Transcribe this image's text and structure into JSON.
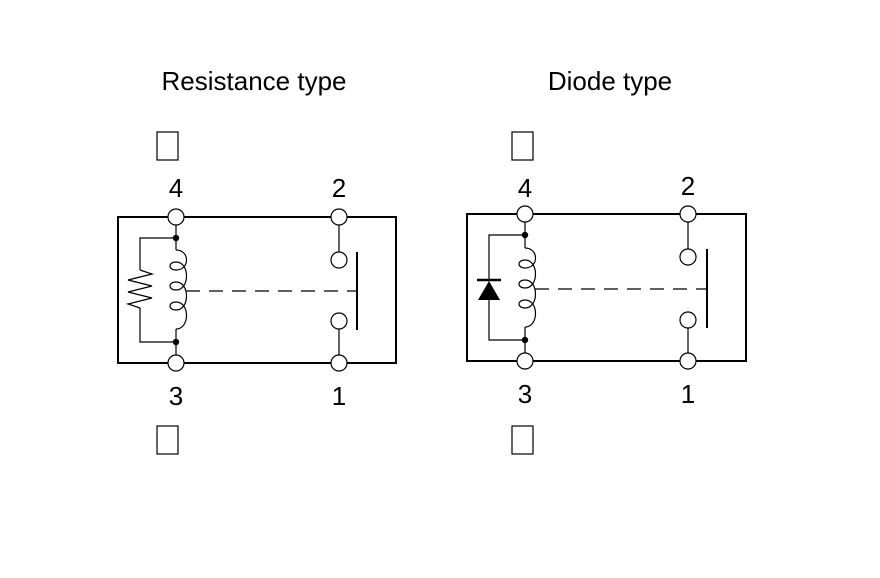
{
  "diagrams": [
    {
      "title": "Resistance type",
      "pins": {
        "top_left": "4",
        "top_right": "2",
        "bottom_left": "3",
        "bottom_right": "1"
      }
    },
    {
      "title": "Diode type",
      "pins": {
        "top_left": "4",
        "top_right": "2",
        "bottom_left": "3",
        "bottom_right": "1"
      }
    }
  ]
}
